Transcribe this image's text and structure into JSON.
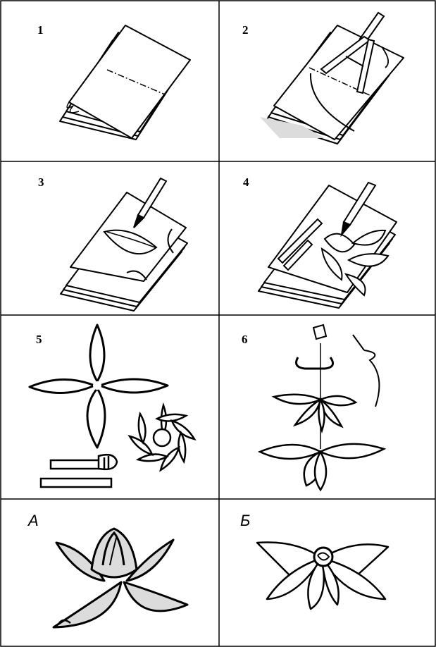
{
  "steps": [
    {
      "label": "1"
    },
    {
      "label": "2"
    },
    {
      "label": "3"
    },
    {
      "label": "4"
    },
    {
      "label": "5"
    },
    {
      "label": "6"
    }
  ],
  "results": [
    {
      "label": "А"
    },
    {
      "label": "Б"
    }
  ],
  "colors": {
    "ink": "#000000",
    "paper": "#ffffff",
    "shade": "#dcdcdc"
  }
}
